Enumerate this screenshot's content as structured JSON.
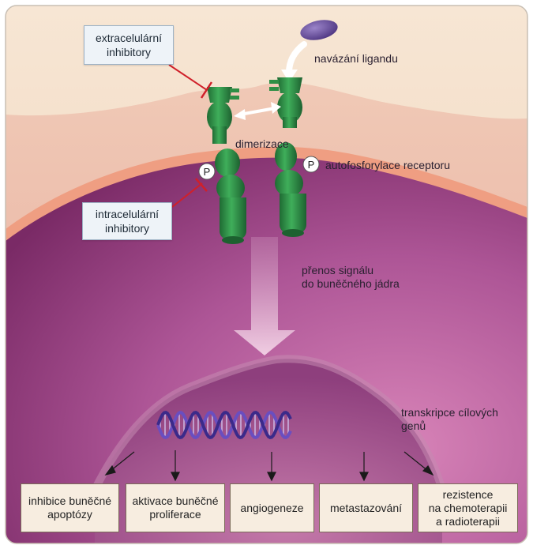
{
  "labels": {
    "ligand_binding": "navázání ligandu",
    "dimerization": "dimerizace",
    "autophosphorylation": "autofosforylace receptoru",
    "signal_transfer": [
      "přenos signálu",
      "do buněčného jádra"
    ],
    "transcription": [
      "transkripce cílových",
      "genů"
    ],
    "phosphate": "P"
  },
  "inhibitors": {
    "extracellular": [
      "extracelulární",
      "inhibitory"
    ],
    "intracellular": [
      "intracelulární",
      "inhibitory"
    ]
  },
  "outcomes": [
    [
      "inhibice buněčné",
      "apoptózy"
    ],
    [
      "aktivace buněčné",
      "proliferace"
    ],
    [
      "angiogeneze"
    ],
    [
      "metastazování"
    ],
    [
      "rezistence",
      "na chemoterapii",
      "a radioterapii"
    ]
  ],
  "colors": {
    "background_top": "#f5e1cc",
    "membrane_inner": "#f0a080",
    "cytoplasm": "#9a3f80",
    "receptor": "#2f8f45",
    "inhibitor_line": "#d0202a",
    "ligand": "#6a4e9e",
    "outcome_box": "#f7ede0",
    "inhibitor_box": "#eef3f8"
  }
}
